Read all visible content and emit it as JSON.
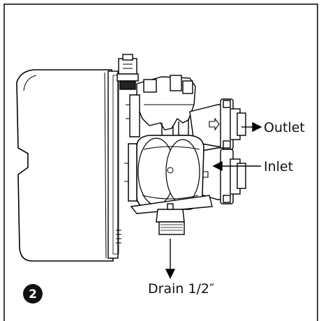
{
  "figure": {
    "step_number": "2",
    "labels": {
      "outlet": "Outlet",
      "inlet": "Inlet",
      "drain": "Drain 1/2″"
    },
    "colors": {
      "line": "#000000",
      "background": "#ffffff",
      "badge": "#111111"
    }
  }
}
